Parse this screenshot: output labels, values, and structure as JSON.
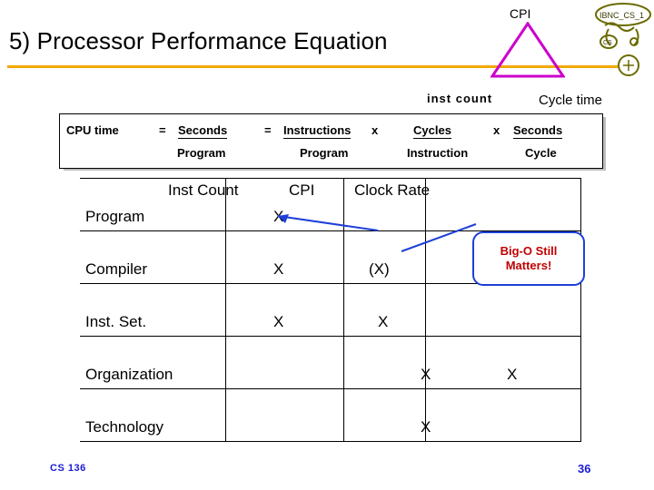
{
  "slide": {
    "title": "5) Processor Performance Equation",
    "cpi_label": "CPI",
    "inst_count_label": "inst count",
    "cycle_time_label": "Cycle time",
    "accent_rule_color": "#f2a900",
    "callout_border_color": "#1e3fd8",
    "callout_text_color": "#c00000"
  },
  "equation": {
    "lhs": "CPU time",
    "eq1": "=",
    "t1_num": "Seconds",
    "t1_den": "Program",
    "eq2": "=",
    "t2_num": "Instructions",
    "t2_den": "Program",
    "mul1": "x",
    "t3_num": "Cycles",
    "t3_den": "Instruction",
    "mul2": "x",
    "t4_num": "Seconds",
    "t4_den": "Cycle"
  },
  "table": {
    "columns": [
      "",
      "Inst Count",
      "CPI",
      "Clock Rate"
    ],
    "rows": [
      {
        "label": "Program",
        "inst_count": "X",
        "cpi": "",
        "clock_rate": ""
      },
      {
        "label": "Compiler",
        "inst_count": "X",
        "cpi": "(X)",
        "clock_rate": ""
      },
      {
        "label": "Inst. Set.",
        "inst_count": "X",
        "cpi": "X",
        "clock_rate": ""
      },
      {
        "label": "Organization",
        "inst_count": "",
        "cpi": "X",
        "clock_rate": "X"
      },
      {
        "label": "Technology",
        "inst_count": "",
        "cpi": "",
        "clock_rate": "X"
      }
    ]
  },
  "callout": {
    "line1": "Big-O Still",
    "line2": "Matters!"
  },
  "footer": {
    "course": "CS 136",
    "page_number": "36"
  }
}
